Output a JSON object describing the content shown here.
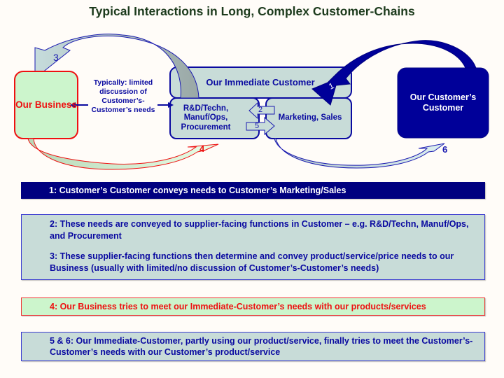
{
  "title": "Typical Interactions in Long, Complex Customer-Chains",
  "nodes": {
    "our_business": "Our Business",
    "immediate_customer": "Our Immediate Customer",
    "rnd_group": "R&D/Techn, Manuf/Ops, Procurement",
    "marketing_sales": "Marketing, Sales",
    "customers_customer": "Our Customer’s Customer"
  },
  "note": "Typically: limited discussion of Customer’s-Customer’s needs",
  "flow_numbers": {
    "step1": "1",
    "step2": "2",
    "step3": "3",
    "step4": "4",
    "step5": "5",
    "step6": "6"
  },
  "steps": {
    "s1": "1: Customer’s Customer conveys needs to Customer’s Marketing/Sales",
    "s2": "2: These needs are conveyed to supplier-facing functions in Customer – e.g. R&D/Techn, Manuf/Ops, and Procurement",
    "s3": "3: These supplier-facing functions then determine and convey product/service/price needs to our Business (usually with limited/no discussion of Customer’s-Customer’s needs)",
    "s4": "4: Our Business tries to meet our Immediate-Customer’s needs with our products/services",
    "s56": "5 & 6: Our Immediate-Customer, partly using our product/service, finally tries to meet the Customer’s-Customer’s needs with our Customer’s product/service"
  },
  "colors": {
    "title": "#1c3a1c",
    "business_fill": "#ccf5cc",
    "business_border": "#ee1111",
    "customer_fill": "#c8dcd8",
    "customer_border": "#0a0aa0",
    "customers_customer_fill": "#000099",
    "step1_bar": "#000080"
  }
}
